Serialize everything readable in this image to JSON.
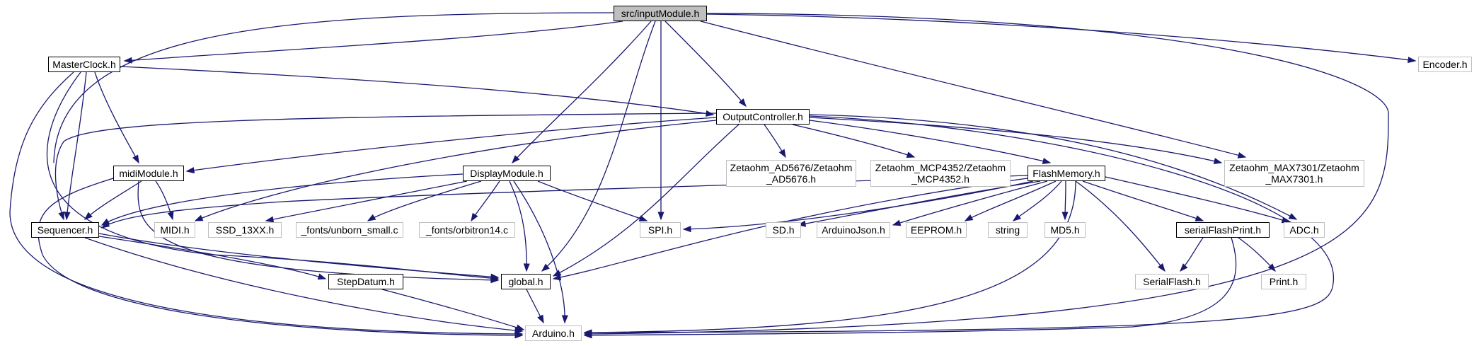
{
  "diagram": {
    "edge_color": "#191970",
    "nodes": [
      {
        "id": "root",
        "label": "src/inputModule.h",
        "kind": "root"
      },
      {
        "id": "masterclock",
        "label": "MasterClock.h",
        "kind": "doc"
      },
      {
        "id": "encoder",
        "label": "Encoder.h",
        "kind": "ext"
      },
      {
        "id": "outputcontroller",
        "label": "OutputController.h",
        "kind": "doc"
      },
      {
        "id": "midimodule",
        "label": "midiModule.h",
        "kind": "doc"
      },
      {
        "id": "displaymodule",
        "label": "DisplayModule.h",
        "kind": "doc"
      },
      {
        "id": "ad5676",
        "label": "Zetaohm_AD5676/Zetaohm\n_AD5676.h",
        "kind": "ext"
      },
      {
        "id": "mcp4352",
        "label": "Zetaohm_MCP4352/Zetaohm\n_MCP4352.h",
        "kind": "ext"
      },
      {
        "id": "flashmemory",
        "label": "FlashMemory.h",
        "kind": "doc"
      },
      {
        "id": "max7301",
        "label": "Zetaohm_MAX7301/Zetaohm\n_MAX7301.h",
        "kind": "ext"
      },
      {
        "id": "sequencer",
        "label": "Sequencer.h",
        "kind": "doc"
      },
      {
        "id": "midi",
        "label": "MIDI.h",
        "kind": "ext"
      },
      {
        "id": "ssd13xx",
        "label": "SSD_13XX.h",
        "kind": "ext"
      },
      {
        "id": "unborn",
        "label": "_fonts/unborn_small.c",
        "kind": "ext"
      },
      {
        "id": "orbitron",
        "label": "_fonts/orbitron14.c",
        "kind": "ext"
      },
      {
        "id": "spi",
        "label": "SPI.h",
        "kind": "ext"
      },
      {
        "id": "sd",
        "label": "SD.h",
        "kind": "ext"
      },
      {
        "id": "arduinojson",
        "label": "ArduinoJson.h",
        "kind": "ext"
      },
      {
        "id": "eeprom",
        "label": "EEPROM.h",
        "kind": "ext"
      },
      {
        "id": "string",
        "label": "string",
        "kind": "ext"
      },
      {
        "id": "md5",
        "label": "MD5.h",
        "kind": "ext"
      },
      {
        "id": "serialflashprint",
        "label": "serialFlashPrint.h",
        "kind": "doc"
      },
      {
        "id": "adc",
        "label": "ADC.h",
        "kind": "ext"
      },
      {
        "id": "stepdatum",
        "label": "StepDatum.h",
        "kind": "doc"
      },
      {
        "id": "global",
        "label": "global.h",
        "kind": "doc"
      },
      {
        "id": "serialflash",
        "label": "SerialFlash.h",
        "kind": "ext"
      },
      {
        "id": "print",
        "label": "Print.h",
        "kind": "ext"
      },
      {
        "id": "arduino",
        "label": "Arduino.h",
        "kind": "ext"
      }
    ]
  }
}
